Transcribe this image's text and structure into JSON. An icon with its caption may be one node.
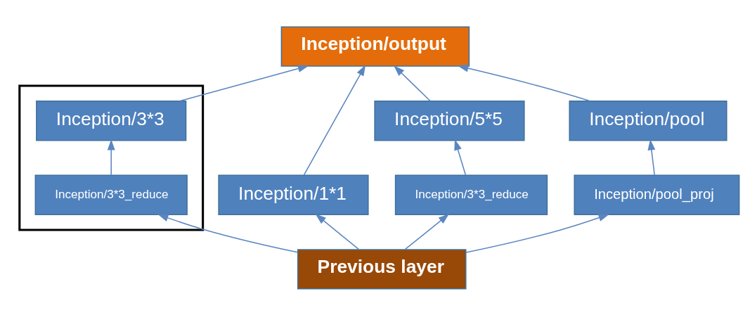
{
  "diagram": {
    "nodes": [
      {
        "text": [
          "Inception/output"
        ]
      },
      {
        "text": [],
        "shape": "box"
      },
      {
        "text": [
          "Inception/1*1"
        ]
      },
      {
        "text": [
          "Inception/3*3"
        ],
        "in": 1
      },
      {
        "text": [
          "Inception/5*5"
        ]
      },
      {
        "text": [
          "Inception/pool"
        ]
      },
      {
        "text": [
          "Inception/3*3_reduce"
        ],
        "in": 1
      },
      {
        "text": [
          "Inception/3*3_reduce"
        ]
      },
      {
        "text": [
          "Inception/pool_proj"
        ]
      },
      {
        "text": [
          "Previous layer"
        ]
      }
    ],
    "edges": [
      {
        "from": 2,
        "to": 0,
        "arrow": "to"
      },
      {
        "from": 3,
        "to": 0,
        "arrow": "to"
      },
      {
        "from": 4,
        "to": 0,
        "arrow": "to"
      },
      {
        "from": 5,
        "to": 0,
        "arrow": "to"
      },
      {
        "from": 6,
        "to": 3,
        "arrow": "to"
      },
      {
        "from": 7,
        "to": 4,
        "arrow": "to"
      },
      {
        "from": 8,
        "to": 5,
        "arrow": "to"
      },
      {
        "from": 9,
        "to": 2,
        "arrow": "to"
      },
      {
        "from": 9,
        "to": 6,
        "arrow": "to"
      },
      {
        "from": 9,
        "to": 7,
        "arrow": "to"
      },
      {
        "from": 9,
        "to": 8,
        "arrow": "to"
      }
    ]
  }
}
